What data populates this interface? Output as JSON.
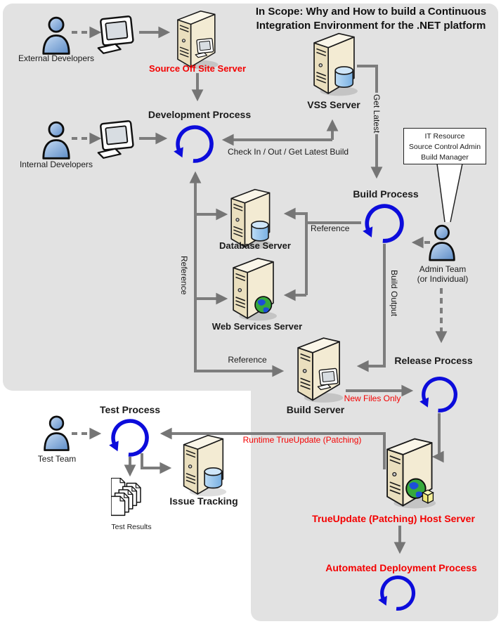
{
  "title": {
    "line1": "In Scope: Why and How to build a Continuous",
    "line2": "Integration Environment for the .NET platform"
  },
  "nodes": {
    "external_developers": {
      "label": "External Developers"
    },
    "internal_developers": {
      "label": "Internal Developers"
    },
    "source_off_site_server": {
      "label": "Source Off Site Server"
    },
    "development_process": {
      "label": "Development Process"
    },
    "vss_server": {
      "label": "VSS Server"
    },
    "build_process": {
      "label": "Build Process"
    },
    "admin_callout": {
      "line1": "IT Resource",
      "line2": "Source Control Admin",
      "line3": "Build Manager"
    },
    "admin_team": {
      "line1": "Admin Team",
      "line2": "(or Individual)"
    },
    "database_server": {
      "label": "Database Server"
    },
    "web_services_server": {
      "label": "Web Services Server"
    },
    "build_server": {
      "label": "Build Server"
    },
    "release_process": {
      "label": "Release Process"
    },
    "test_process": {
      "label": "Test Process"
    },
    "test_team": {
      "label": "Test Team"
    },
    "test_results": {
      "label": "Test Results"
    },
    "issue_tracking": {
      "label": "Issue Tracking"
    },
    "trueupdate_host_server": {
      "label": "TrueUpdate (Patching) Host Server"
    },
    "automated_deployment_process": {
      "label": "Automated Deployment Process"
    }
  },
  "edges": {
    "check_in_out": {
      "label": "Check In / Out / Get Latest Build"
    },
    "get_latest": {
      "label": "Get Latest"
    },
    "reference_dev": {
      "label": "Reference"
    },
    "reference_build_process": {
      "label": "Reference"
    },
    "reference_build_server": {
      "label": "Reference"
    },
    "build_output": {
      "label": "Build Output"
    },
    "new_files_only": {
      "label": "New Files Only"
    },
    "runtime_trueupdate": {
      "label": "Runtime TrueUpdate (Patching)"
    }
  },
  "colors": {
    "background_gray": "#e2e2e2",
    "panel_white": "#ffffff",
    "edge_gray": "#7d7d7d",
    "process_blue": "#0c0cdb",
    "alert_red": "#f40000",
    "server_beige": "#f3ebd3",
    "person_blue": "#6d9ad0",
    "database_blue": "#8fc0ea",
    "globe_green": "#37a93c",
    "text_black": "#1a1a1a"
  },
  "icons": {
    "person": "person-icon",
    "workstation": "crt-monitor-icon",
    "server": "server-tower-icon",
    "database": "database-cylinder-icon",
    "globe": "globe-icon",
    "process": "circular-arrow-icon",
    "documents": "document-stack-icon",
    "packages": "package-boxes-icon"
  }
}
